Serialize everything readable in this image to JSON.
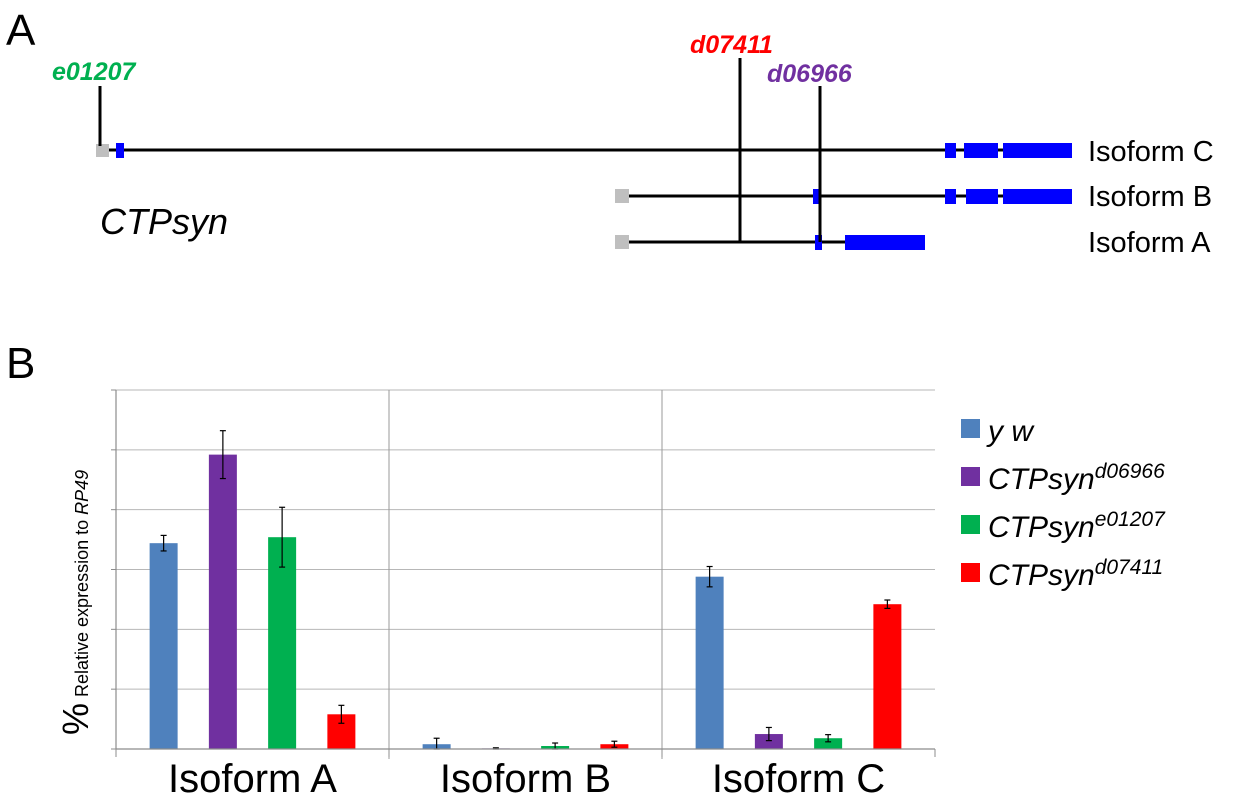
{
  "panel_a": {
    "label": "A",
    "gene_name": "CTPsyn",
    "insertions": [
      {
        "name": "e01207",
        "color": "#00b050"
      },
      {
        "name": "d07411",
        "color": "#ff0000"
      },
      {
        "name": "d06966",
        "color": "#7030a0"
      }
    ],
    "isoforms": [
      "Isoform C",
      "Isoform B",
      "Isoform A"
    ],
    "colors": {
      "exon": "#0000ff",
      "utr": "#bfbfbf",
      "intron": "#000000"
    }
  },
  "panel_b": {
    "label": "B"
  },
  "chart_data": {
    "type": "bar",
    "categories": [
      "Isoform A",
      "Isoform B",
      "Isoform C"
    ],
    "ylabel_prefix": "%",
    "ylabel": "Relative expression to ",
    "ylabel_gene": "RP49",
    "ylim": [
      0,
      6
    ],
    "grid": true,
    "legend_position": "right",
    "series": [
      {
        "name": "y w",
        "name_sup": "",
        "color": "#4f81bd",
        "values": [
          3.44,
          0.08,
          2.88
        ],
        "errors": [
          0.13,
          0.1,
          0.17
        ]
      },
      {
        "name": "CTPsyn",
        "name_sup": "d06966",
        "color": "#7030a0",
        "values": [
          4.92,
          0.01,
          0.25
        ],
        "errors": [
          0.4,
          0.01,
          0.11
        ]
      },
      {
        "name": "CTPsyn",
        "name_sup": "e01207",
        "color": "#00b050",
        "values": [
          3.54,
          0.05,
          0.18
        ],
        "errors": [
          0.5,
          0.05,
          0.06
        ]
      },
      {
        "name": "CTPsyn",
        "name_sup": "d07411",
        "color": "#ff0000",
        "values": [
          0.58,
          0.08,
          2.42
        ],
        "errors": [
          0.15,
          0.05,
          0.07
        ]
      }
    ]
  }
}
